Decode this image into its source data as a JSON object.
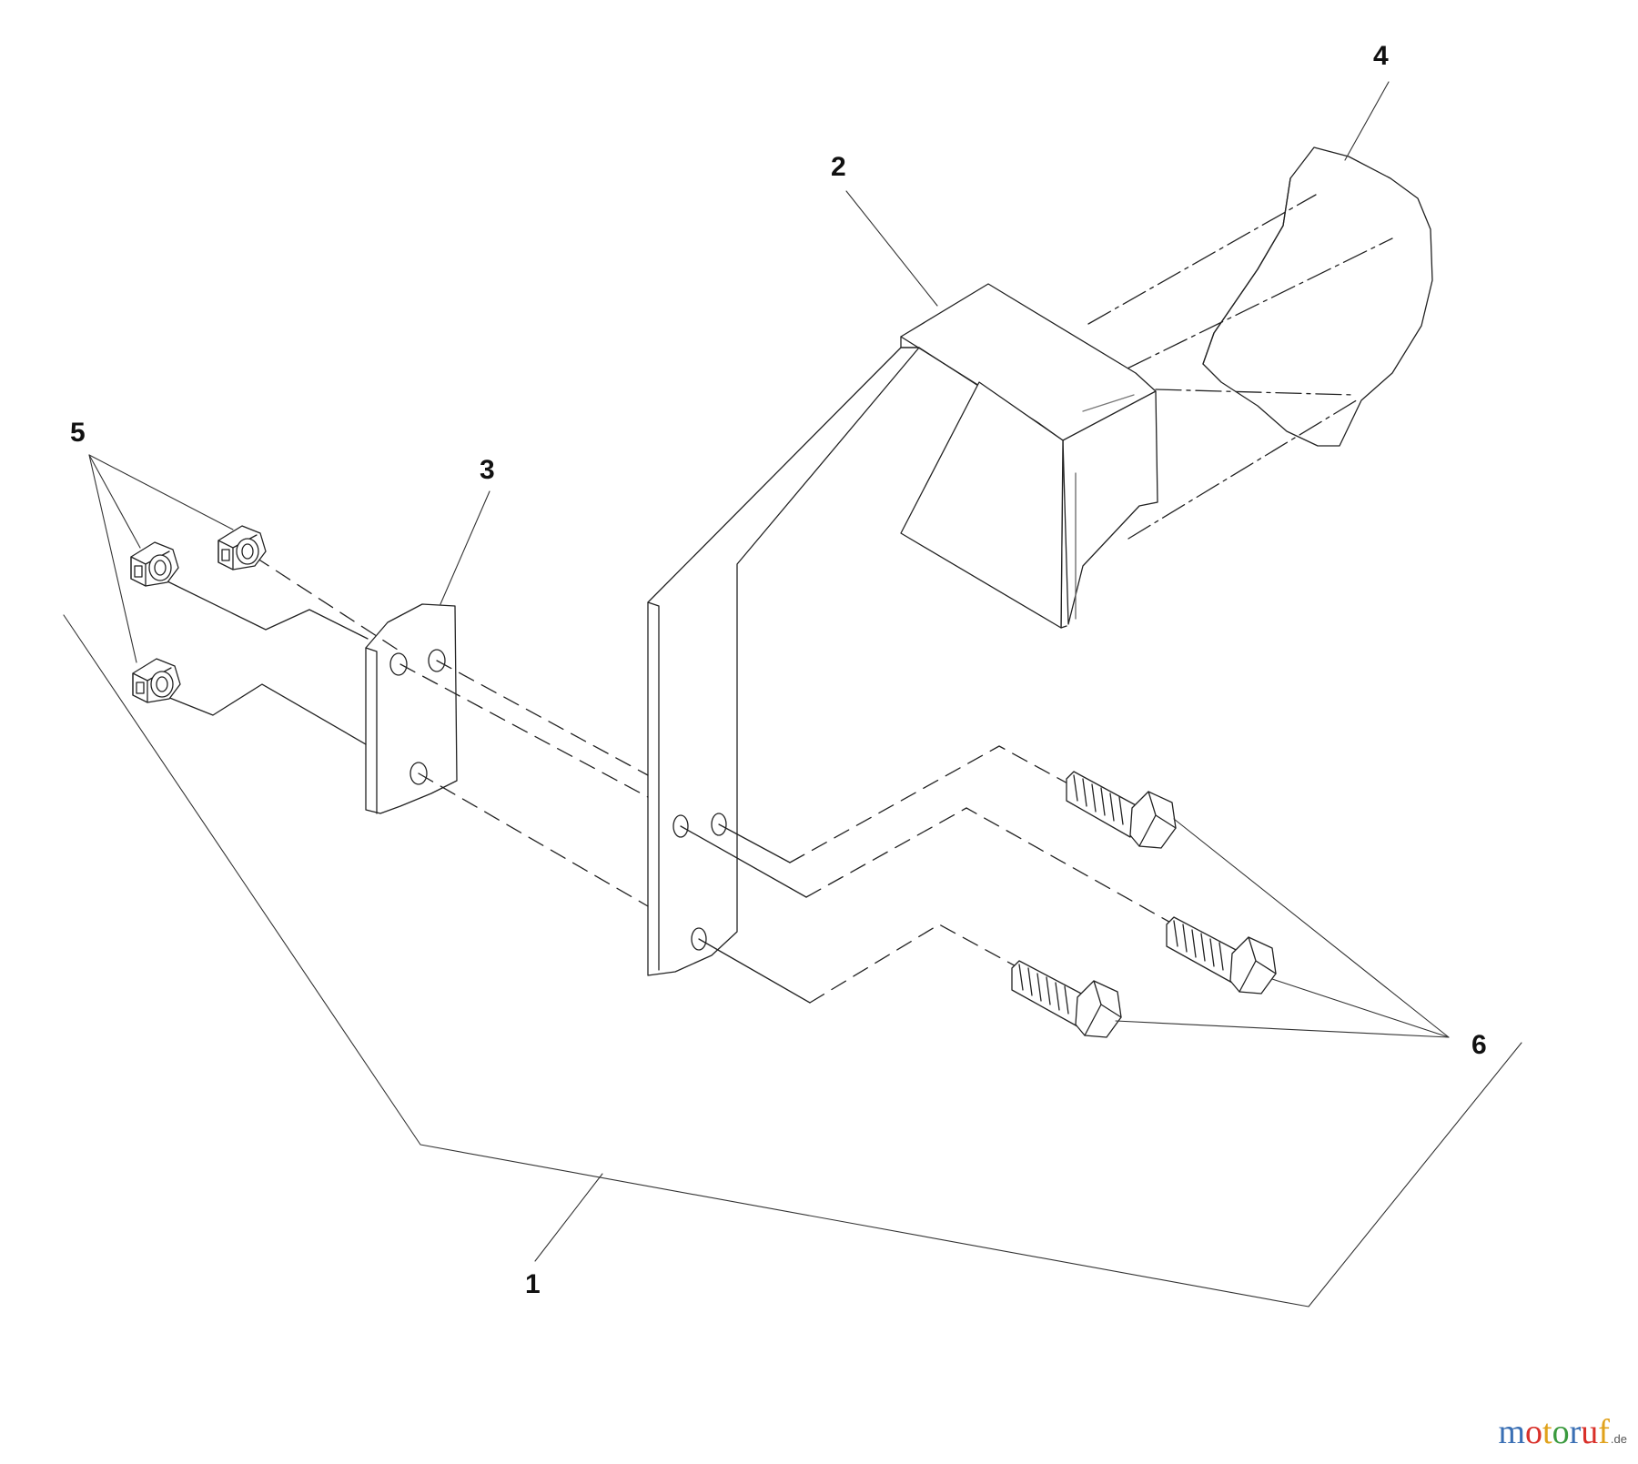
{
  "callouts": [
    {
      "id": "1",
      "label": "1"
    },
    {
      "id": "2",
      "label": "2"
    },
    {
      "id": "3",
      "label": "3"
    },
    {
      "id": "4",
      "label": "4"
    },
    {
      "id": "5",
      "label": "5"
    },
    {
      "id": "6",
      "label": "6"
    }
  ],
  "watermark": {
    "text": "motoruf",
    "letters": [
      "m",
      "o",
      "t",
      "o",
      "r",
      "u",
      "f"
    ],
    "letter_colors": [
      "#3a6fb4",
      "#d9302a",
      "#e0a21c",
      "#3a9a3e",
      "#3a6fb4",
      "#d9302a",
      "#e0a21c"
    ],
    "tld": ".de"
  },
  "colors": {
    "line": "#222222",
    "fill": "#ffffff",
    "dark": "#444444"
  }
}
